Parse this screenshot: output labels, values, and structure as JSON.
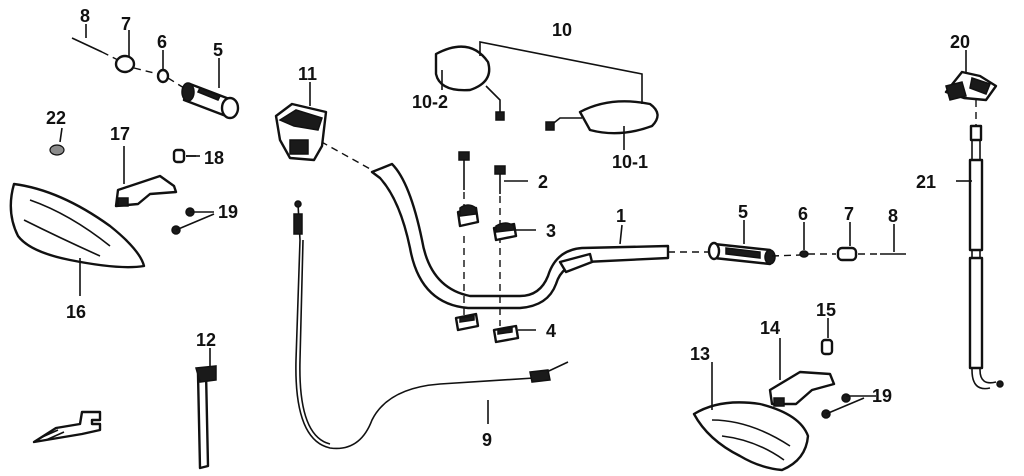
{
  "labels": {
    "p1": "1",
    "p2": "2",
    "p3": "3",
    "p4": "4",
    "p5a": "5",
    "p5b": "5",
    "p6a": "6",
    "p6b": "6",
    "p7a": "7",
    "p7b": "7",
    "p8a": "8",
    "p8b": "8",
    "p9": "9",
    "p10": "10",
    "p10_1": "10-1",
    "p10_2": "10-2",
    "p11": "11",
    "p12": "12",
    "p13": "13",
    "p14": "14",
    "p15": "15",
    "p16": "16",
    "p17": "17",
    "p18": "18",
    "p19a": "19",
    "p19b": "19",
    "p20": "20",
    "p21": "21",
    "p22": "22"
  },
  "colors": {
    "ink": "#111111",
    "paper": "#ffffff",
    "shade": "#8c8c8c"
  },
  "icons": [
    "front-arrow-icon"
  ]
}
